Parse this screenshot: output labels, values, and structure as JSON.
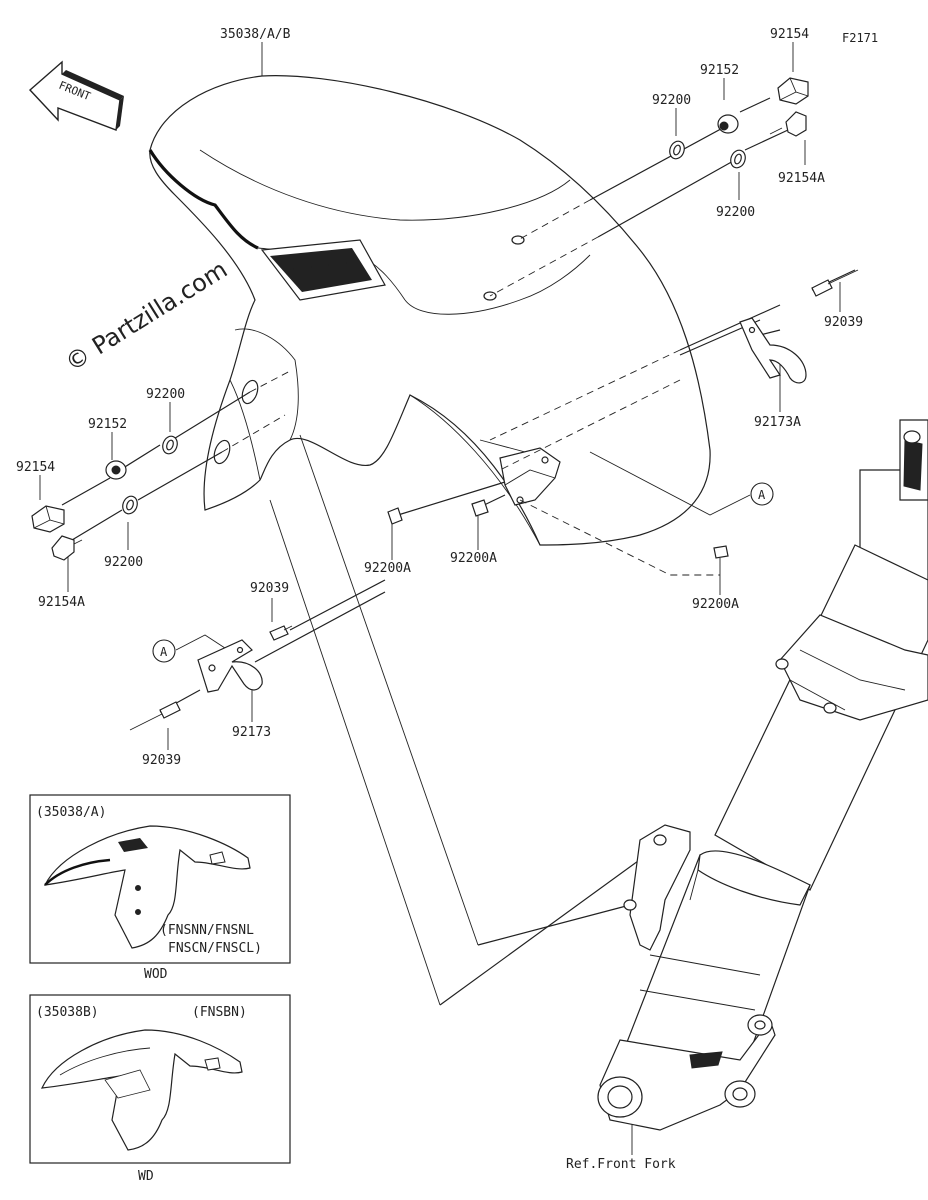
{
  "diagram_code": "F2171",
  "watermark": "© Partzilla.com",
  "front_arrow_label": "FRONT",
  "callouts": {
    "fender": "35038/A/B",
    "bolt_top": "92154",
    "collar_top": "92152",
    "washer_top_left": "92200",
    "bolt_top_a": "92154A",
    "washer_top_right": "92200",
    "rivet_right": "92039",
    "clamp_right": "92173A",
    "ref_a_right": "A",
    "washer_left_top": "92200",
    "collar_left": "92152",
    "bolt_left": "92154",
    "washer_left_bottom": "92200",
    "bolt_left_a": "92154A",
    "clip_a1": "92200A",
    "clip_a2": "92200A",
    "clip_a3": "92200A",
    "rivet_left_top": "92039",
    "ref_a_left": "A",
    "clamp_left": "92173",
    "rivet_left_bottom": "92039"
  },
  "inset_a": {
    "header": "(35038/A)",
    "note_line1": "(FNSNN/FNSNL",
    "note_line2": "FNSCN/FNSCL)",
    "color_code": "WOD"
  },
  "inset_b": {
    "header": "(35038B)",
    "model": "(FNSBN)",
    "color_code": "WD"
  },
  "ref_label": "Ref.Front Fork"
}
